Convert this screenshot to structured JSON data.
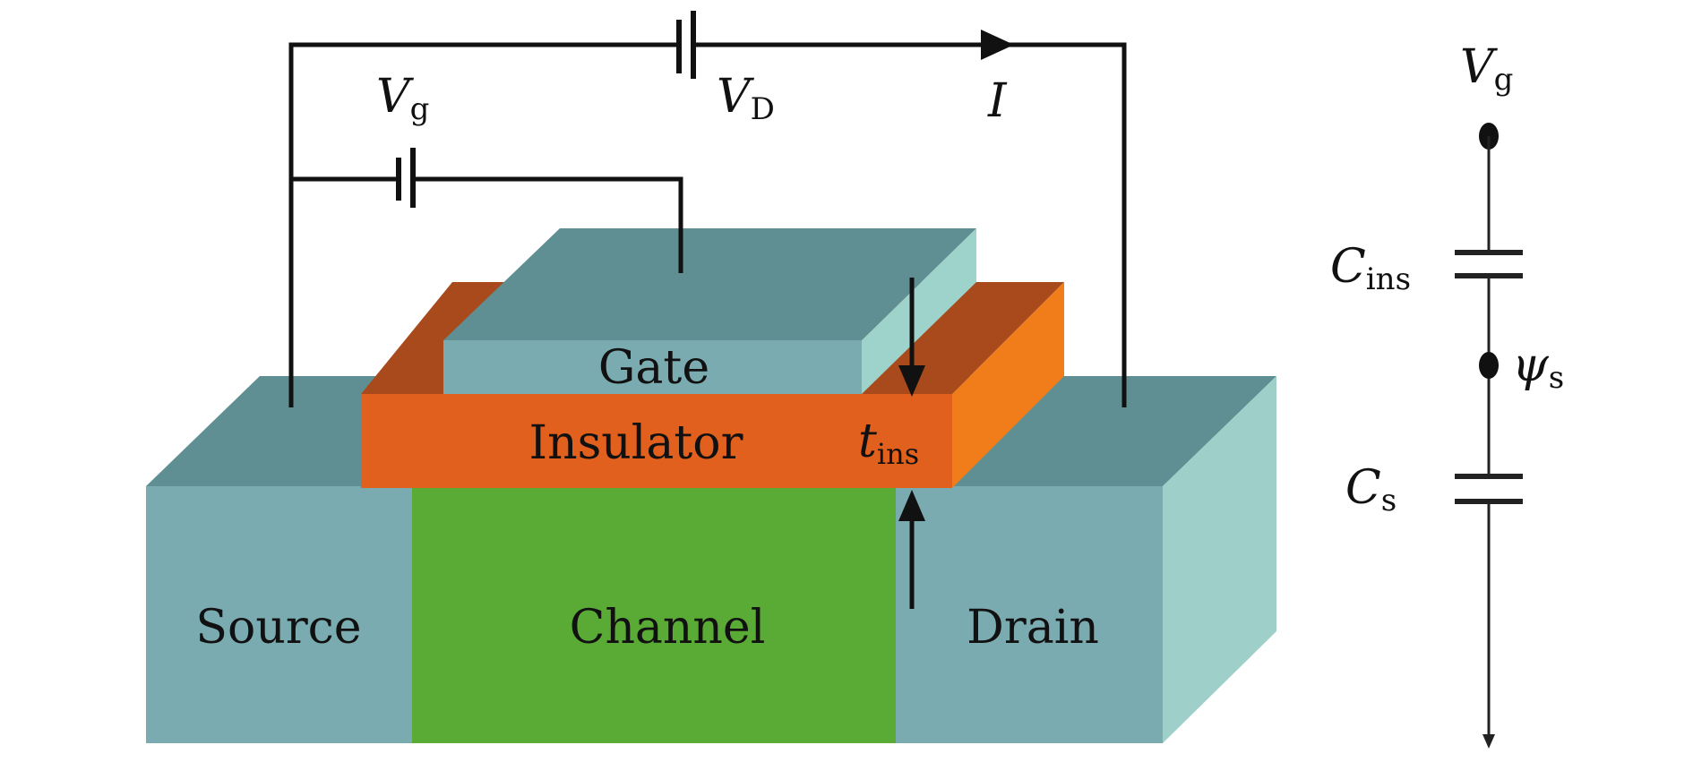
{
  "labels": {
    "gate": "Gate",
    "insulator": "Insulator",
    "source": "Source",
    "channel": "Channel",
    "drain": "Drain",
    "vg_main": "V",
    "vg_main_sub": "g",
    "vd": "V",
    "vd_sub": "D",
    "current": "I",
    "t_ins": "t",
    "t_ins_sub": "ins",
    "vg_circuit": "V",
    "vg_circuit_sub": "g",
    "c_ins": "C",
    "c_ins_sub": "ins",
    "psi_s": "ψ",
    "psi_s_sub": "s",
    "c_s": "C",
    "c_s_sub": "s"
  },
  "colors": {
    "teal_top": "#5f8f92",
    "teal_front": "#7aabb0",
    "teal_side": "#9ecfc8",
    "gate_front": "#7aabb0",
    "gate_side": "#9ed3cc",
    "orange_front": "#e2601e",
    "orange_top": "#a84a1c",
    "orange_side": "#f07d1a",
    "channel": "#5aab35",
    "wire": "#111111"
  }
}
